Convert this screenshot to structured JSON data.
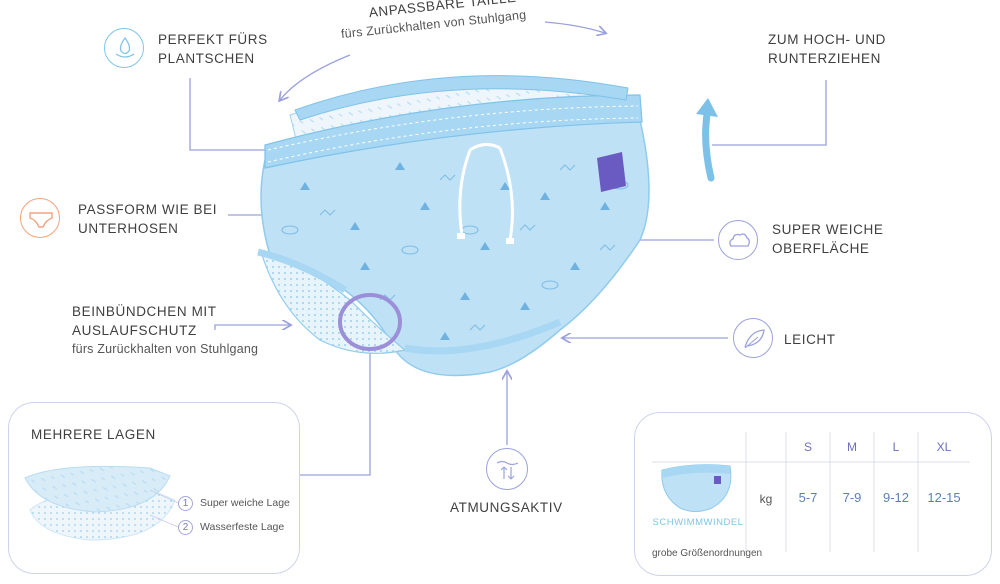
{
  "labels": {
    "waist_title": "ANPASSBARE TAILLE",
    "waist_sub": "fürs Zurückhalten von Stuhlgang",
    "splash_line1": "PERFEKT FÜRS",
    "splash_line2": "PLANTSCHEN",
    "pull_line1": "ZUM HOCH- UND",
    "pull_line2": "RUNTERZIEHEN",
    "fit_line1": "PASSFORM WIE BEI",
    "fit_line2": "UNTERHOSEN",
    "soft_line1": "SUPER WEICHE",
    "soft_line2": "OBERFLÄCHE",
    "leg_line1": "BEINBÜNDCHEN MIT",
    "leg_line2": "AUSLAUFSCHUTZ",
    "leg_sub": "fürs Zurückhalten von Stuhlgang",
    "light": "LEICHT",
    "breathable": "ATMUNGSAKTIV"
  },
  "layers": {
    "title": "MEHRERE LAGEN",
    "items": [
      {
        "num": "1",
        "text": "Super weiche Lage"
      },
      {
        "num": "2",
        "text": "Wasserfeste Lage"
      }
    ]
  },
  "size_table": {
    "product_label": "SCHWIMMWINDEL",
    "unit": "kg",
    "sizes": [
      "S",
      "M",
      "L",
      "XL"
    ],
    "values": [
      "5-7",
      "7-9",
      "9-12",
      "12-15"
    ],
    "footnote": "grobe Größenordnungen"
  },
  "icons": {
    "splash": "water-drop-icon",
    "fit": "underwear-icon",
    "soft": "cloud-icon",
    "light": "feather-icon",
    "breathable": "breathable-arrows-icon",
    "pull": "up-arrow-icon"
  },
  "colors": {
    "fabric": "#bfe1f6",
    "accent": "#8e8fd6",
    "patch": "#6a5bc2",
    "line": "#9aa0dc"
  }
}
